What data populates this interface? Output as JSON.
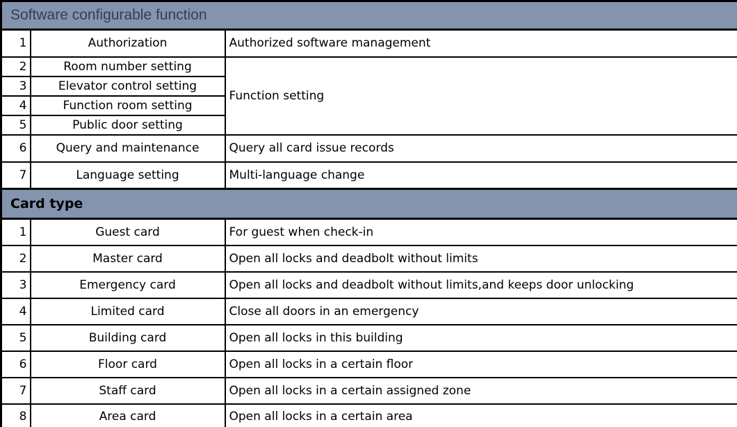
{
  "colors": {
    "band_background": "#8494AF",
    "band1_title_text": "#333F4F",
    "band2_title_text": "#000000",
    "body_text": "#000000",
    "grid_border": "#000000",
    "cell_background": "#FFFFFF"
  },
  "software_section": {
    "title": "Software configurable function",
    "merged_desc": "Function setting",
    "rows": [
      {
        "num": "1",
        "name": "Authorization",
        "desc": "Authorized software management"
      },
      {
        "num": "2",
        "name": "Room number setting"
      },
      {
        "num": "3",
        "name": "Elevator control setting"
      },
      {
        "num": "4",
        "name": "Function room setting"
      },
      {
        "num": "5",
        "name": "Public door setting"
      },
      {
        "num": "6",
        "name": "Query and maintenance",
        "desc": "Query all card issue records"
      },
      {
        "num": "7",
        "name": "Language setting",
        "desc": "Multi-language change"
      }
    ]
  },
  "card_section": {
    "title": "Card type",
    "rows": [
      {
        "num": "1",
        "name": "Guest card",
        "desc": "For guest when check-in"
      },
      {
        "num": "2",
        "name": "Master card",
        "desc": "Open all locks and deadbolt without limits"
      },
      {
        "num": "3",
        "name": "Emergency card",
        "desc": "Open all locks and deadbolt without limits,and keeps door unlocking"
      },
      {
        "num": "4",
        "name": "Limited card",
        "desc": "Close all doors in an emergency"
      },
      {
        "num": "5",
        "name": "Building card",
        "desc": "Open all locks in this building"
      },
      {
        "num": "6",
        "name": "Floor card",
        "desc": "Open all locks in a certain floor"
      },
      {
        "num": "7",
        "name": "Staff card",
        "desc": "Open all locks in a certain assigned zone"
      },
      {
        "num": "8",
        "name": "Area card",
        "desc": "Open all locks in a certain area"
      }
    ]
  }
}
